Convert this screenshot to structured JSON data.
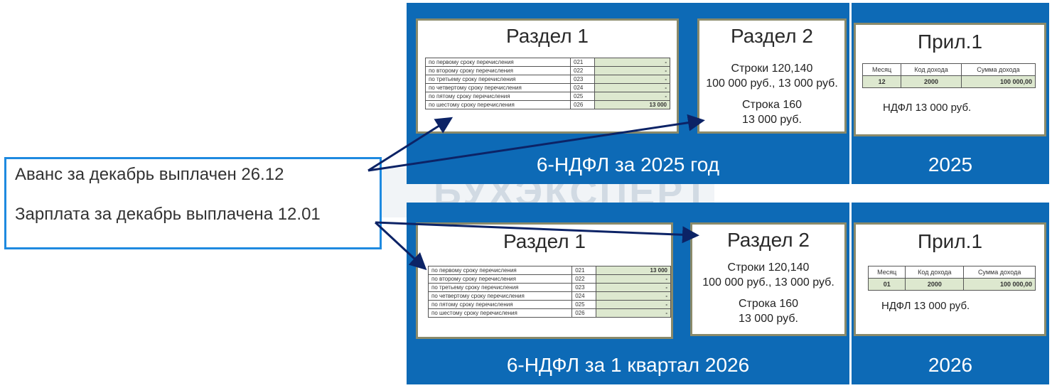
{
  "left_box": {
    "line1": "Аванс за декабрь выплачен 26.12",
    "line2": "Зарплата за декабрь выплачена 12.01"
  },
  "watermark": "БУХЭКСПЕРТ",
  "top": {
    "caption": "6-НДФЛ за 2025 год",
    "razdel1": {
      "title": "Раздел 1",
      "rows": [
        {
          "label": "по первому сроку перечисления",
          "code": "021",
          "value": "-"
        },
        {
          "label": "по второму сроку перечисления",
          "code": "022",
          "value": "-"
        },
        {
          "label": "по третьему сроку перечисления",
          "code": "023",
          "value": "-"
        },
        {
          "label": "по четвертому сроку перечисления",
          "code": "024",
          "value": "-"
        },
        {
          "label": "по пятому сроку перечисления",
          "code": "025",
          "value": "-"
        },
        {
          "label": "по шестому сроку перечисления",
          "code": "026",
          "value": "13 000"
        }
      ]
    },
    "razdel2": {
      "title": "Раздел 2",
      "line1": "Строки 120,140",
      "line2": "100 000 руб., 13 000 руб.",
      "line3": "Строка 160",
      "line4": "13 000 руб."
    },
    "pril": {
      "caption": "2025",
      "title": "Прил.1",
      "headers": [
        "Месяц",
        "Код дохода",
        "Сумма дохода"
      ],
      "row": [
        "12",
        "2000",
        "100 000,00"
      ],
      "ndfl": "НДФЛ 13 000 руб."
    }
  },
  "bottom": {
    "caption": "6-НДФЛ за 1 квартал 2026",
    "razdel1": {
      "title": "Раздел 1",
      "rows": [
        {
          "label": "по первому сроку перечисления",
          "code": "021",
          "value": "13 000"
        },
        {
          "label": "по второму сроку перечисления",
          "code": "022",
          "value": "-"
        },
        {
          "label": "по третьему сроку перечисления",
          "code": "023",
          "value": "-"
        },
        {
          "label": "по четвертому сроку перечисления",
          "code": "024",
          "value": "-"
        },
        {
          "label": "по пятому сроку перечисления",
          "code": "025",
          "value": "-"
        },
        {
          "label": "по шестому сроку перечисления",
          "code": "026",
          "value": "-"
        }
      ]
    },
    "razdel2": {
      "title": "Раздел 2",
      "line1": "Строки 120,140",
      "line2": "100 000 руб., 13 000 руб.",
      "line3": "Строка 160",
      "line4": "13 000 руб."
    },
    "pril": {
      "caption": "2026",
      "title": "Прил.1",
      "headers": [
        "Месяц",
        "Код дохода",
        "Сумма дохода"
      ],
      "row": [
        "01",
        "2000",
        "100 000,00"
      ],
      "ndfl": "НДФЛ 13 000 руб."
    }
  },
  "colors": {
    "panel": "#0d6ab6",
    "arrow": "#0c2366",
    "table_fill": "#dde8cf",
    "left_border": "#1e8ae0"
  }
}
